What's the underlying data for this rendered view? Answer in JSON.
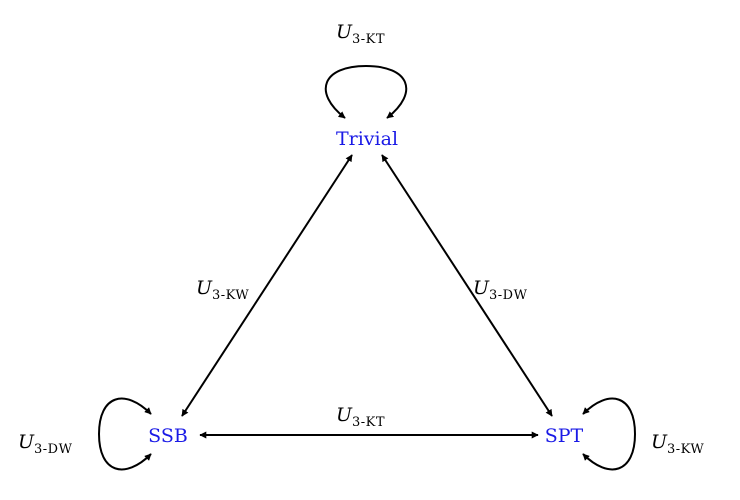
{
  "colors": {
    "node_text": "#1a1ae6",
    "edge": "#000000",
    "label": "#000000"
  },
  "nodes": {
    "trivial": {
      "label": "Trivial"
    },
    "ssb": {
      "label": "SSB"
    },
    "spt": {
      "label": "SPT"
    }
  },
  "edges": {
    "trivial_loop": {
      "op": "U",
      "sub": "3-KT"
    },
    "trivial_ssb": {
      "op": "U",
      "sub": "3-KW"
    },
    "trivial_spt": {
      "op": "U",
      "sub": "3-DW"
    },
    "ssb_spt": {
      "op": "U",
      "sub": "3-KT"
    },
    "ssb_loop": {
      "op": "U",
      "sub": "3-DW"
    },
    "spt_loop": {
      "op": "U",
      "sub": "3-KW"
    }
  }
}
